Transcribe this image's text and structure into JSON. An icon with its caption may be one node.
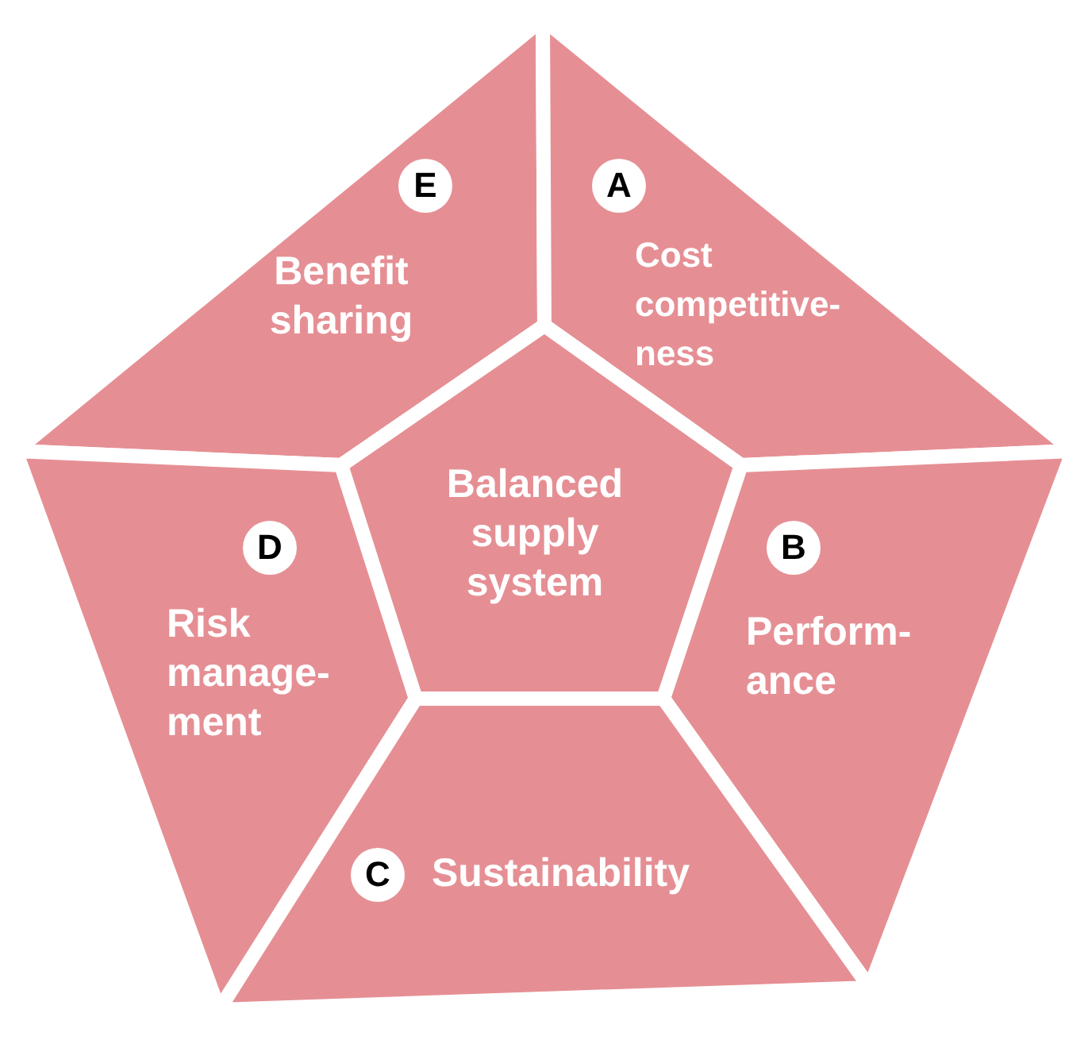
{
  "diagram": {
    "nodes": [
      {
        "text": [
          "E",
          "Benefit sharing"
        ]
      },
      {
        "text": [
          "A",
          "Cost competitive-ness"
        ]
      },
      {
        "text": [
          "D",
          "Risk manage-ment"
        ]
      },
      {
        "text": [
          "Balanced supply system"
        ]
      },
      {
        "text": [
          "B",
          "Perform-ance"
        ]
      },
      {
        "text": [
          "C",
          "Sustainability"
        ]
      }
    ]
  }
}
